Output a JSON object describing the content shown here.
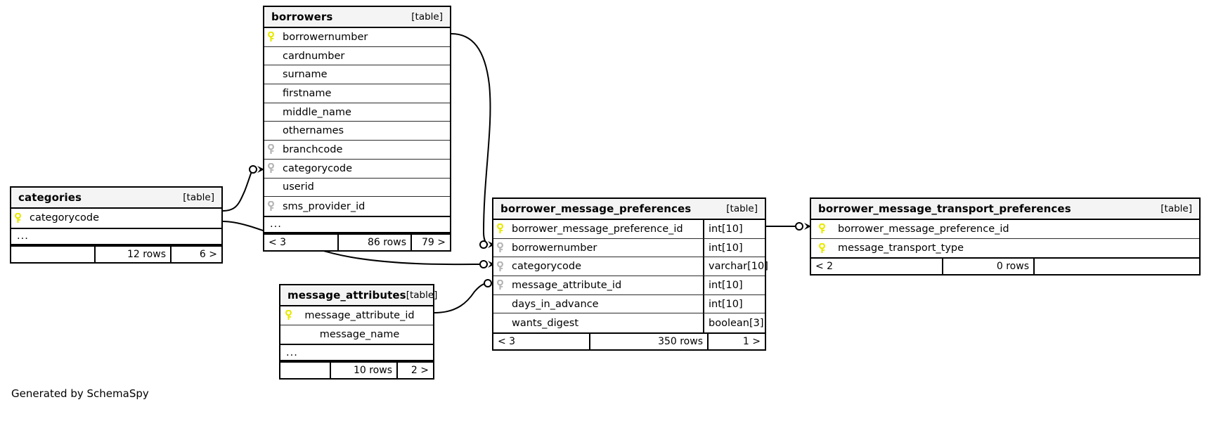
{
  "diagram": {
    "caption": "Generated by SchemaSpy",
    "type_tag": "[table]",
    "ellipsis": "..."
  },
  "tables": [
    {
      "id": "borrowers",
      "name": "borrowers",
      "tag": "[table]",
      "columns": [
        {
          "name": "borrowernumber",
          "key": "primary",
          "type": ""
        },
        {
          "name": "cardnumber",
          "key": "none",
          "type": ""
        },
        {
          "name": "surname",
          "key": "none",
          "type": ""
        },
        {
          "name": "firstname",
          "key": "none",
          "type": ""
        },
        {
          "name": "middle_name",
          "key": "none",
          "type": ""
        },
        {
          "name": "othernames",
          "key": "none",
          "type": ""
        },
        {
          "name": "branchcode",
          "key": "foreign",
          "type": ""
        },
        {
          "name": "categorycode",
          "key": "foreign",
          "type": ""
        },
        {
          "name": "userid",
          "key": "none",
          "type": ""
        },
        {
          "name": "sms_provider_id",
          "key": "foreign",
          "type": ""
        }
      ],
      "has_ellipsis": true,
      "footer": {
        "left": "< 3",
        "middle": "86 rows",
        "right": "79 >"
      }
    },
    {
      "id": "categories",
      "name": "categories",
      "tag": "[table]",
      "columns": [
        {
          "name": "categorycode",
          "key": "primary",
          "type": ""
        }
      ],
      "has_ellipsis": true,
      "footer": {
        "left": "",
        "middle": "12 rows",
        "right": "6 >"
      }
    },
    {
      "id": "borrower_message_preferences",
      "name": "borrower_message_preferences",
      "tag": "[table]",
      "columns": [
        {
          "name": "borrower_message_preference_id",
          "key": "primary",
          "type": "int[10]"
        },
        {
          "name": "borrowernumber",
          "key": "foreign",
          "type": "int[10]"
        },
        {
          "name": "categorycode",
          "key": "foreign",
          "type": "varchar[10]"
        },
        {
          "name": "message_attribute_id",
          "key": "foreign",
          "type": "int[10]"
        },
        {
          "name": "days_in_advance",
          "key": "none",
          "type": "int[10]"
        },
        {
          "name": "wants_digest",
          "key": "none",
          "type": "boolean[3]"
        }
      ],
      "has_ellipsis": false,
      "footer": {
        "left": "< 3",
        "middle": "350 rows",
        "right": "1 >"
      }
    },
    {
      "id": "borrower_message_transport_preferences",
      "name": "borrower_message_transport_preferences",
      "tag": "[table]",
      "columns": [
        {
          "name": "borrower_message_preference_id",
          "key": "primary",
          "type": ""
        },
        {
          "name": "message_transport_type",
          "key": "primary",
          "type": ""
        }
      ],
      "has_ellipsis": false,
      "footer": {
        "left": "< 2",
        "middle": "0 rows",
        "right": ""
      }
    },
    {
      "id": "message_attributes",
      "name": "message_attributes",
      "tag": "[table]",
      "columns": [
        {
          "name": "message_attribute_id",
          "key": "primary",
          "type": ""
        },
        {
          "name": "message_name",
          "key": "none",
          "type": ""
        }
      ],
      "has_ellipsis": true,
      "footer": {
        "left": "",
        "middle": "10 rows",
        "right": "2 >"
      }
    }
  ],
  "relationships": [
    {
      "from": "categories.categorycode",
      "to": "borrowers.categorycode"
    },
    {
      "from": "borrowers.borrowernumber",
      "to": "borrower_message_preferences.borrowernumber"
    },
    {
      "from": "categories.categorycode",
      "to": "borrower_message_preferences.categorycode"
    },
    {
      "from": "message_attributes.message_attribute_id",
      "to": "borrower_message_preferences.message_attribute_id"
    },
    {
      "from": "borrower_message_preferences.borrower_message_preference_id",
      "to": "borrower_message_transport_preferences.borrower_message_preference_id"
    }
  ],
  "colors": {
    "primary_key": "#e8e800",
    "foreign_key": "#b5b5b5",
    "header_bg": "#f4f4f4",
    "border": "#000000",
    "background": "#ffffff"
  }
}
